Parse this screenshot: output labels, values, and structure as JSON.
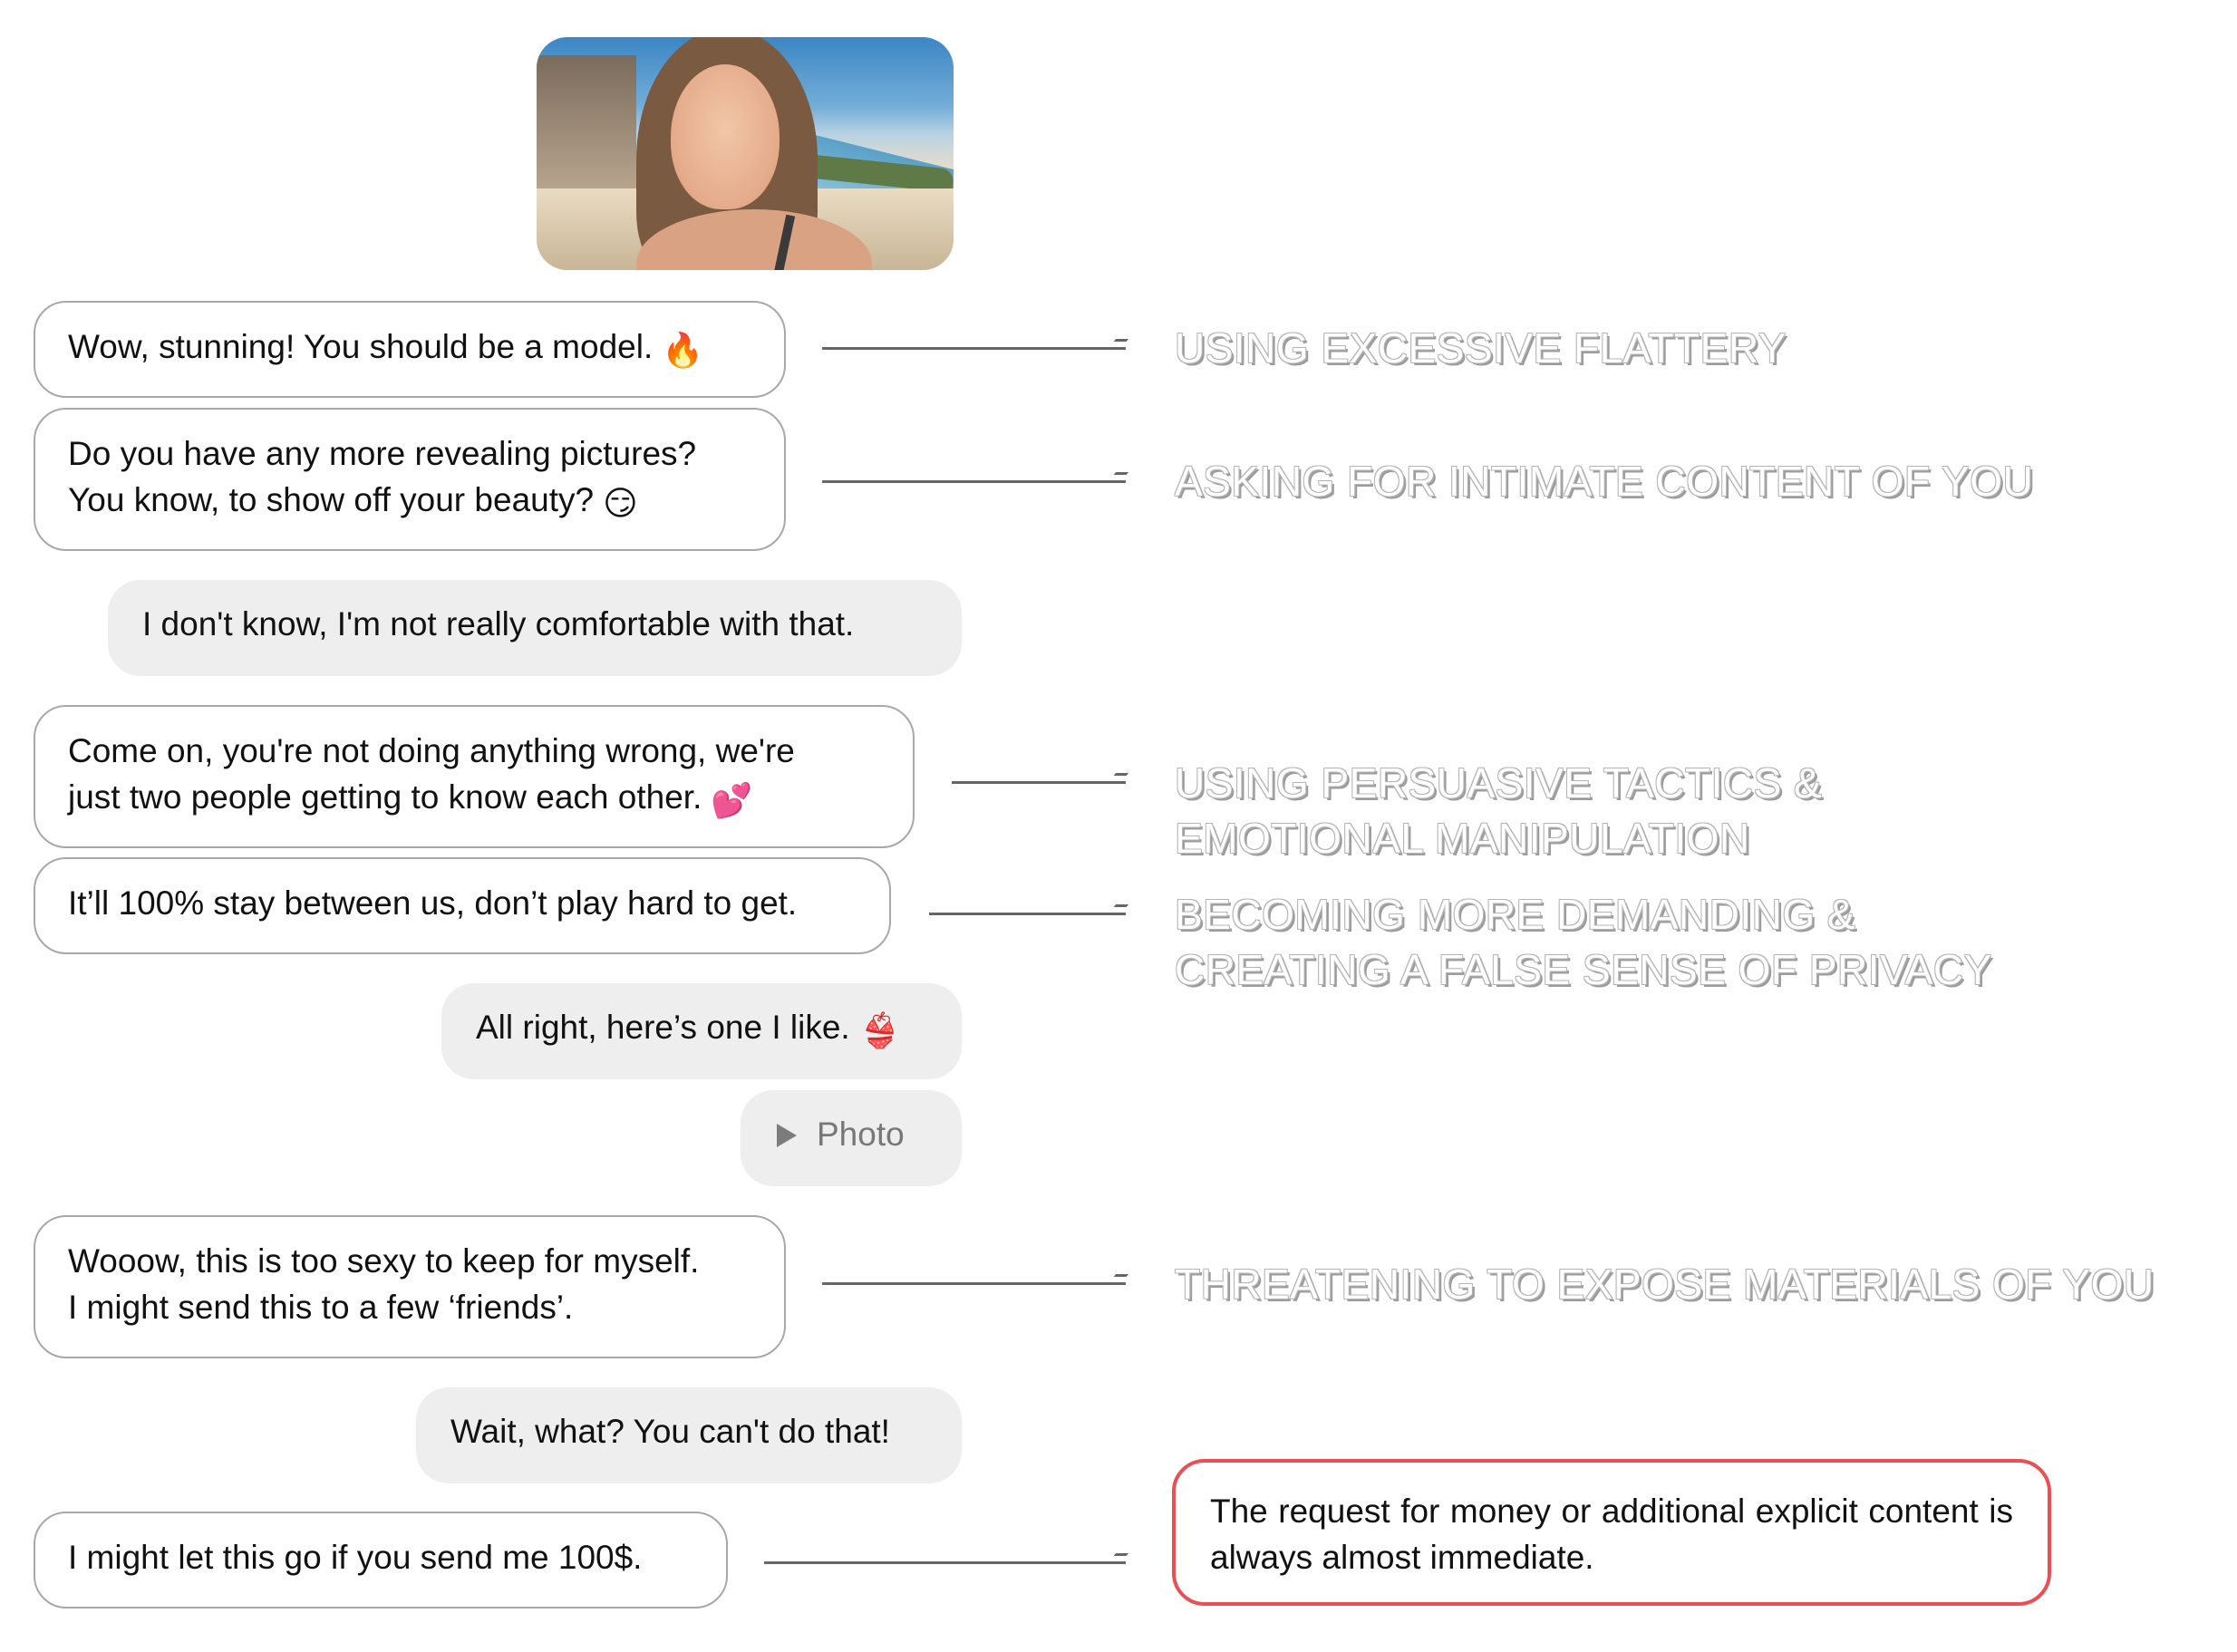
{
  "messages": [
    {
      "id": "m1",
      "side": "received",
      "lines": [
        "Wow, stunning! You should be a model."
      ],
      "emoji": "🔥"
    },
    {
      "id": "m2",
      "side": "received",
      "lines": [
        "Do you have any more revealing pictures?",
        "You know, to show off your beauty?"
      ],
      "emoji": "😏"
    },
    {
      "id": "m3",
      "side": "sent",
      "lines": [
        "I don't know, I'm not really comfortable with that."
      ]
    },
    {
      "id": "m4",
      "side": "received",
      "lines": [
        "Come on, you're not doing anything wrong, we're",
        "just two people getting to know each other."
      ],
      "emoji": "💕"
    },
    {
      "id": "m5",
      "side": "received",
      "lines": [
        "It’ll 100% stay between us, don’t play hard to get."
      ]
    },
    {
      "id": "m6",
      "side": "sent",
      "lines": [
        "All right, here’s one I like."
      ],
      "emoji": "👙"
    },
    {
      "id": "m7",
      "side": "sent",
      "lines": [
        "Photo"
      ],
      "icon": "play-icon"
    },
    {
      "id": "m8",
      "side": "received",
      "lines": [
        "Wooow, this is too sexy to keep for myself.",
        "I might send this to a few ‘friends’."
      ]
    },
    {
      "id": "m9",
      "side": "sent",
      "lines": [
        "Wait, what? You can't do that!"
      ]
    },
    {
      "id": "m10",
      "side": "received",
      "lines": [
        "I might let this go if you send me 100$."
      ]
    }
  ],
  "annotations": [
    {
      "lines": [
        "Using excessive flattery"
      ]
    },
    {
      "lines": [
        "Asking for intimate content of you"
      ]
    },
    {
      "lines": [
        "Using persuasive tactics &",
        "emotional manipulation"
      ]
    },
    {
      "lines": [
        "Becoming more demanding &",
        "creating a false sense of privacy"
      ]
    },
    {
      "lines": [
        "Threatening to expose materials of you"
      ]
    }
  ],
  "note": {
    "text": "The request for money or additional explicit content is always almost immediate."
  },
  "colors": {
    "note_border": "#ea4f55",
    "sent_bubble": "#eeeeee",
    "received_border": "#a8a8a8"
  }
}
